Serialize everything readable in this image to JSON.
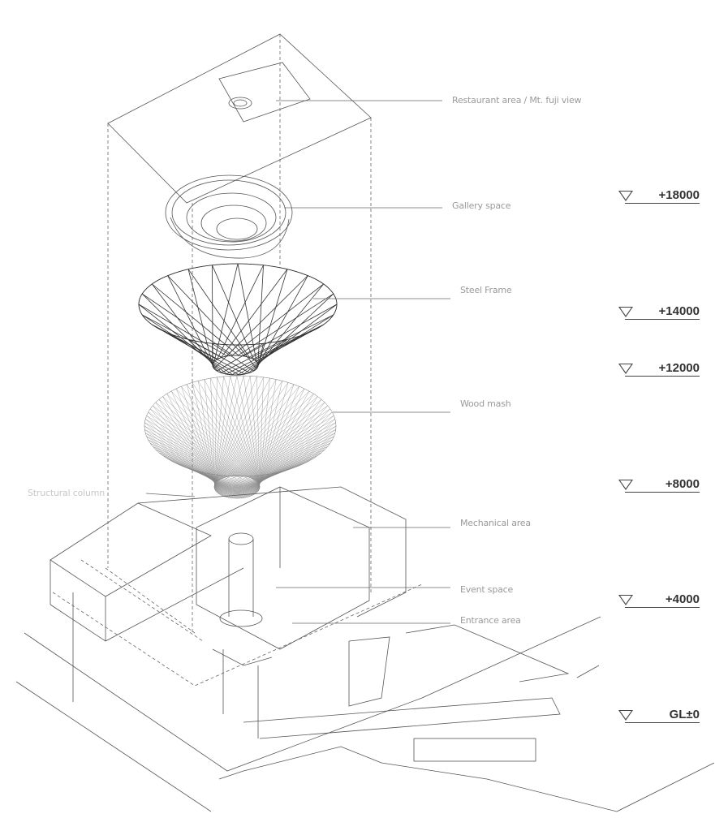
{
  "labels": {
    "restaurant": "Restaurant area / Mt. fuji view",
    "gallery": "Gallery space",
    "steel": "Steel Frame",
    "wood": "Wood mash",
    "column": "Structural column",
    "mechanical": "Mechanical area",
    "event": "Event space",
    "entrance": "Entrance area"
  },
  "levels": [
    "+18000",
    "+14000",
    "+12000",
    "+8000",
    "+4000",
    "GL±0"
  ]
}
